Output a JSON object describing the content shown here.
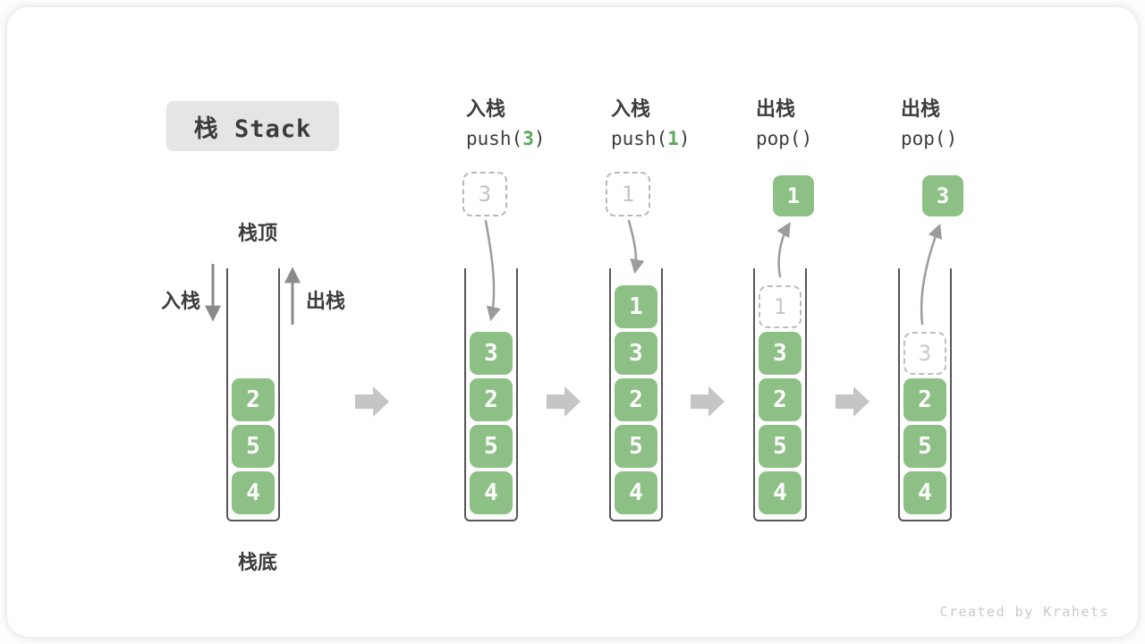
{
  "title": {
    "label": "栈 Stack"
  },
  "base_stack": {
    "top_label": "栈顶",
    "bottom_label": "栈底",
    "push_label": "入栈",
    "pop_label": "出栈",
    "cells": [
      "2",
      "5",
      "4"
    ]
  },
  "steps": [
    {
      "op": "入栈",
      "code_pre": "push(",
      "code_arg": "3",
      "code_post": ")",
      "moving_value": "3",
      "cells": [
        "3",
        "2",
        "5",
        "4"
      ]
    },
    {
      "op": "入栈",
      "code_pre": "push(",
      "code_arg": "1",
      "code_post": ")",
      "moving_value": "1",
      "cells": [
        "1",
        "3",
        "2",
        "5",
        "4"
      ]
    },
    {
      "op": "出栈",
      "code_pre": "pop()",
      "code_arg": "",
      "code_post": "",
      "moving_value": "1",
      "ghost_value": "1",
      "cells": [
        "3",
        "2",
        "5",
        "4"
      ]
    },
    {
      "op": "出栈",
      "code_pre": "pop()",
      "code_arg": "",
      "code_post": "",
      "moving_value": "3",
      "ghost_value": "3",
      "cells": [
        "2",
        "5",
        "4"
      ]
    }
  ],
  "footer": {
    "credit": "Created by Krahets"
  },
  "colors": {
    "cell_green": "#8cc084",
    "code_green": "#5aa85a",
    "curve_arrow_gray": "#9c9c9c",
    "straight_arrow_gray": "#8a8a8a",
    "flow_arrow_gray": "#c5c5c5",
    "title_bg": "#e5e5e5",
    "text_dark": "#3c3c3c"
  }
}
